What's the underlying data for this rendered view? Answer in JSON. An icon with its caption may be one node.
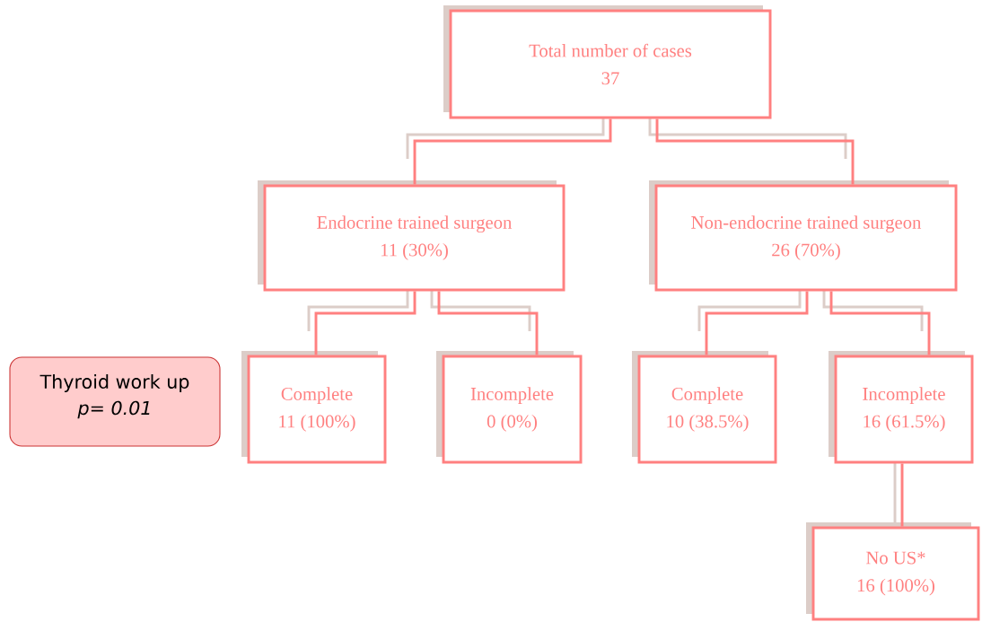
{
  "diagram": {
    "nodes": [
      {
        "text": [
          "Total number of cases",
          "37"
        ]
      },
      {
        "text": [
          "Endocrine trained surgeon",
          "11 (30%)"
        ]
      },
      {
        "text": [
          "Non-endocrine trained surgeon",
          "26 (70%)"
        ]
      },
      {
        "text": [
          "Complete",
          "11 (100%)"
        ]
      },
      {
        "text": [
          "Incomplete",
          "0 (0%)"
        ]
      },
      {
        "text": [
          "Complete",
          "10 (38.5%)"
        ]
      },
      {
        "text": [
          "Incomplete",
          "16 (61.5%)"
        ]
      },
      {
        "text": [
          "No US*",
          "16 (100%)"
        ]
      },
      {
        "text": [
          "Thyroid work up",
          "p= 0.01"
        ]
      }
    ],
    "edges": [
      {
        "from": 0,
        "to": 1,
        "arrow": "none"
      },
      {
        "from": 0,
        "to": 2,
        "arrow": "none"
      },
      {
        "from": 1,
        "to": 3,
        "arrow": "none"
      },
      {
        "from": 1,
        "to": 4,
        "arrow": "none"
      },
      {
        "from": 2,
        "to": 5,
        "arrow": "none"
      },
      {
        "from": 2,
        "to": 6,
        "arrow": "none"
      },
      {
        "from": 6,
        "to": 7,
        "arrow": "none"
      }
    ]
  }
}
